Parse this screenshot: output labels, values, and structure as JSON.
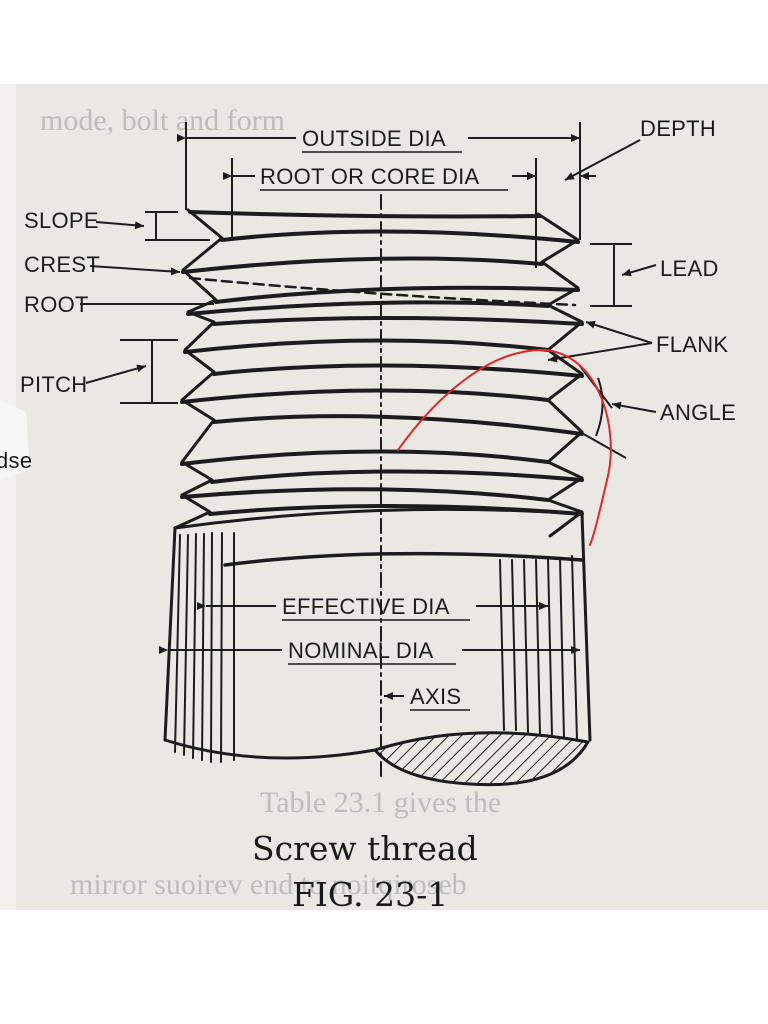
{
  "labels": {
    "outside_dia": "OUTSIDE DIA",
    "root_or_core_dia": "ROOT OR CORE DIA",
    "depth": "DEPTH",
    "slope": "SLOPE",
    "crest": "CREST",
    "root": "ROOT",
    "lead": "LEAD",
    "flank": "FLANK",
    "pitch": "PITCH",
    "angle": "ANGLE",
    "effective_dia": "EFFECTIVE DIA",
    "nominal_dia": "NOMINAL DIA",
    "axis": "AXIS"
  },
  "caption": {
    "title": "Screw thread",
    "figure": "FIG. 23-1"
  },
  "edge_fragment": "dse",
  "colors": {
    "paper": "#e9e8e3",
    "ink": "#1c1c1c",
    "annotation": "#e0282a",
    "background": "#ffffff"
  }
}
